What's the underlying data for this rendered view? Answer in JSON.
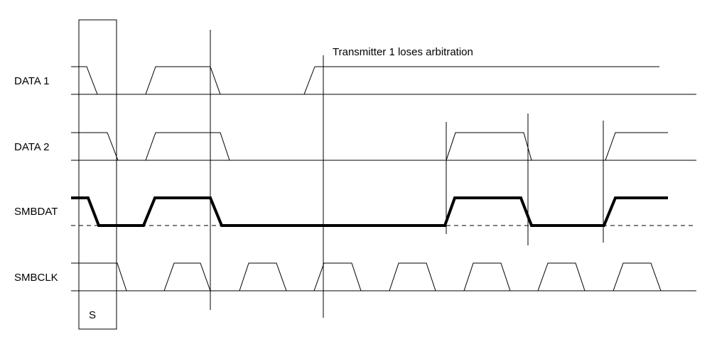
{
  "signals": {
    "data1": "DATA 1",
    "data2": "DATA 2",
    "smbdat": "SMBDAT",
    "smbclk": "SMBCLK"
  },
  "start_marker": "S",
  "annotation": "Transmitter 1 loses arbitration",
  "colors": {
    "line": "#000000",
    "background": "#ffffff"
  }
}
